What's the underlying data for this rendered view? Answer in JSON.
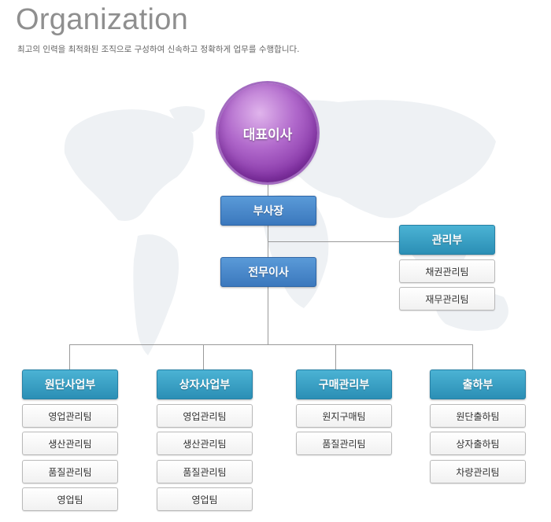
{
  "header": {
    "title": "Organization",
    "subtitle": "최고의 인력을 최적화된 조직으로 구성하여 신속하고 정확하게 업무를 수행합니다."
  },
  "org": {
    "ceo": "대표이사",
    "vice_president": "부사장",
    "managing_director": "전무이사",
    "admin_dept": {
      "name": "관리부",
      "teams": [
        "채권관리팀",
        "재무관리팀"
      ]
    },
    "divisions": [
      {
        "name": "원단사업부",
        "teams": [
          "영업관리팀",
          "생산관리팀",
          "품질관리팀",
          "영업팀"
        ]
      },
      {
        "name": "상자사업부",
        "teams": [
          "영업관리팀",
          "생산관리팀",
          "품질관리팀",
          "영업팀"
        ]
      },
      {
        "name": "구매관리부",
        "teams": [
          "원지구매팀",
          "품질관리팀"
        ]
      },
      {
        "name": "출하부",
        "teams": [
          "원단출하팀",
          "상자출하팀",
          "차량관리팀"
        ]
      }
    ]
  },
  "colors": {
    "ceo": "#9b4fbf",
    "primary_blue": "#3f7ec4",
    "division_teal": "#2f97bd",
    "connector": "#9a9a9a"
  }
}
